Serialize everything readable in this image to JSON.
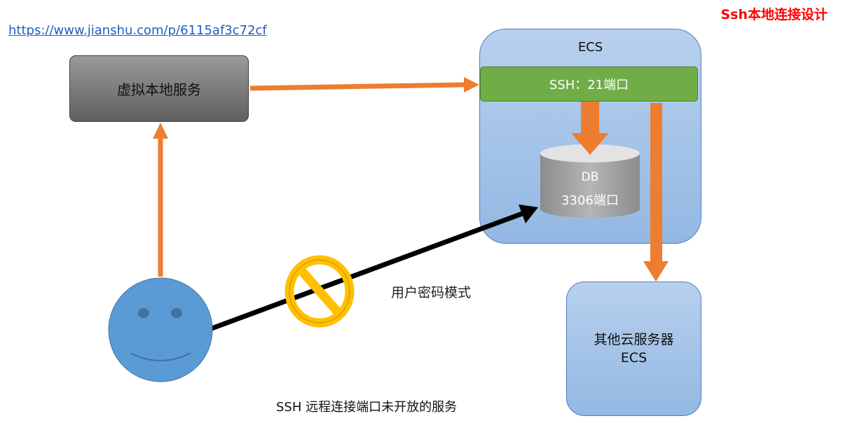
{
  "title": "Ssh本地连接设计",
  "link": "https://www.jianshu.com/p/6115af3c72cf",
  "virtual_service": "虚拟本地服务",
  "ecs": {
    "label": "ECS",
    "ssh_port": "SSH：21端口",
    "db_name": "DB",
    "db_port": "3306端口"
  },
  "other_server": {
    "line1": "其他云服务器",
    "line2": "ECS"
  },
  "password_mode": "用户密码模式",
  "caption": "SSH 远程连接端口未开放的服务",
  "colors": {
    "arrow": "#ed7d31",
    "blocked_arrow": "#000000",
    "no_symbol": "#ffc000",
    "ssh_bar": "#70ad47",
    "user_face": "#5b9bd5",
    "title": "#ff0000"
  },
  "icons": {
    "user": "smiley-face-icon",
    "blocked": "no-entry-icon",
    "database": "database-cylinder-icon"
  }
}
